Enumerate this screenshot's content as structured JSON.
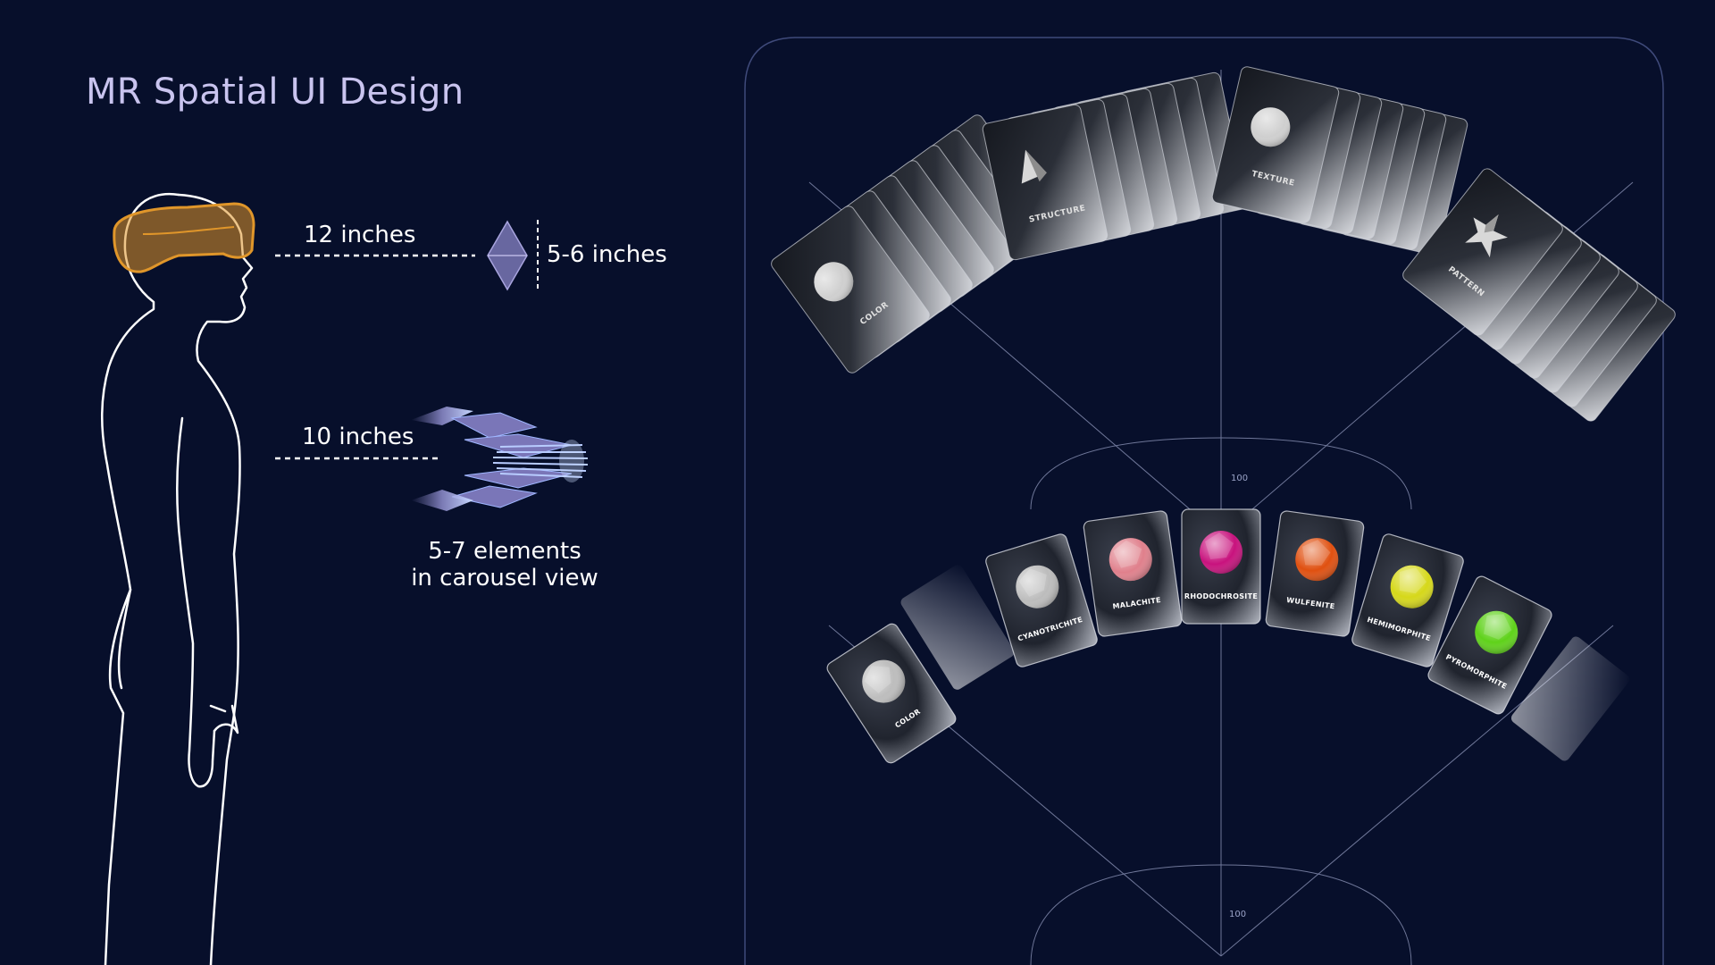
{
  "title": "MR Spatial UI Design",
  "annotations": {
    "eye_distance": "12 inches",
    "element_size": "5-6 inches",
    "hand_distance": "10 inches",
    "carousel_line1": "5-7 elements",
    "carousel_line2": "in carousel view"
  },
  "top_stacks": [
    {
      "label": "COLOR",
      "shape": "sphere",
      "color": "#cfcfcf"
    },
    {
      "label": "STRUCTURE",
      "shape": "pyramid",
      "color": "#d8d8d8"
    },
    {
      "label": "TEXTURE",
      "shape": "sphere",
      "color": "#cfcfcf"
    },
    {
      "label": "PATTERN",
      "shape": "star",
      "color": "#d8d8d8"
    }
  ],
  "carousel_cards": [
    {
      "label": "COLOR",
      "color": "#bdbdbd"
    },
    {
      "label": "CYANOTRICHITE",
      "color": "#bcbcbc"
    },
    {
      "label": "MALACHITE",
      "color": "#e0808c"
    },
    {
      "label": "RHODOCHROSITE",
      "color": "#c8127d"
    },
    {
      "label": "WULFENITE",
      "color": "#e05010"
    },
    {
      "label": "HEMIMORPHITE",
      "color": "#d6d81a"
    },
    {
      "label": "PYROMORPHITE",
      "color": "#5fd21a"
    }
  ],
  "ticks": {
    "upper": "100",
    "lower": "100"
  },
  "colors": {
    "background": "#070f2b",
    "headset": "#e0962a",
    "diamond": "#8a86c8",
    "frame": "#3f4a7a"
  }
}
